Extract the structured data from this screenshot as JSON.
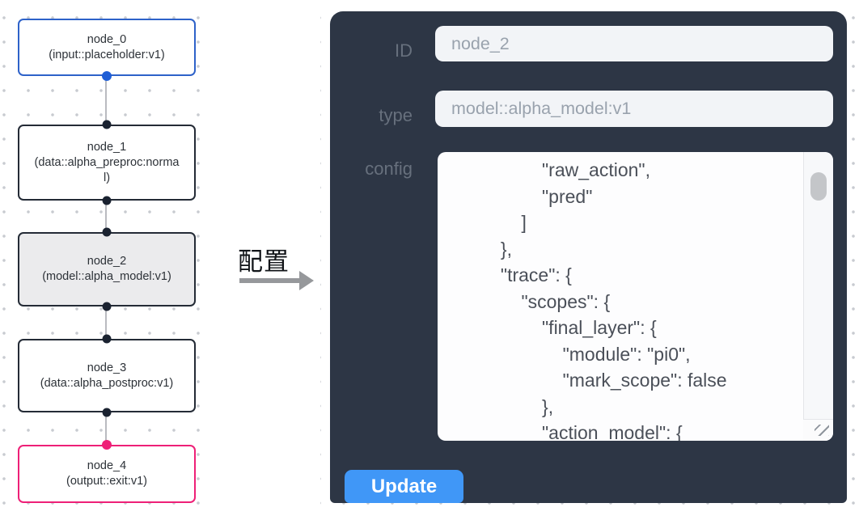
{
  "canvas": {
    "nodes": [
      {
        "label": "node_0",
        "type_label": "(input::placeholder:v1)"
      },
      {
        "label": "node_1",
        "type_label": "(data::alpha_preproc:normal)"
      },
      {
        "label": "node_2",
        "type_label": "(model::alpha_model:v1)"
      },
      {
        "label": "node_3",
        "type_label": "(data::alpha_postproc:v1)"
      },
      {
        "label": "node_4",
        "type_label": "(output::exit:v1)"
      }
    ],
    "colors": {
      "input_node_accent": "#2e62c9",
      "output_node_accent": "#ee2077",
      "node_border": "#242b36",
      "selected_node_bg": "#ebebed",
      "edge": "#b9bbc0",
      "grid_dot": "#c8cbd0"
    }
  },
  "annotation": {
    "label": "配置",
    "arrow_color": "#96989b"
  },
  "config_panel": {
    "bg_color": "#2d3645",
    "fields": [
      {
        "label": "ID",
        "value": "node_2"
      },
      {
        "label": "type",
        "value": "model::alpha_model:v1"
      }
    ],
    "config_field": {
      "label": "config",
      "text": "                  \"raw_action\",\n                  \"pred\"\n              ]\n          },\n          \"trace\": {\n              \"scopes\": {\n                  \"final_layer\": {\n                      \"module\": \"pi0\",\n                      \"mark_scope\": false\n                  },\n                  \"action_model\": {"
    },
    "update_button": {
      "label": "Update",
      "color": "#4097f7"
    }
  }
}
